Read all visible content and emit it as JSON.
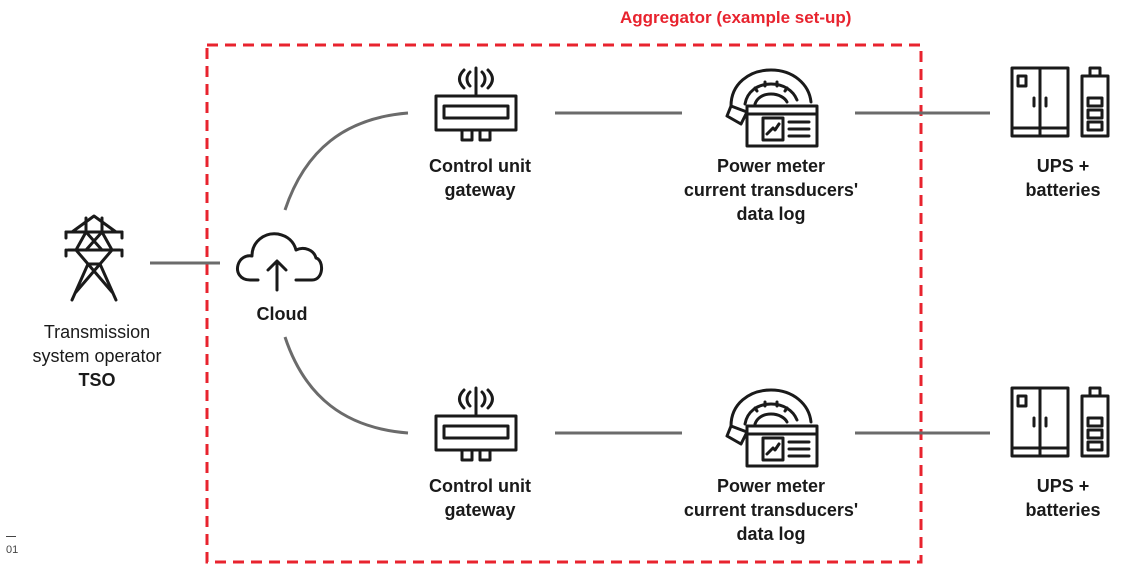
{
  "aggregator": {
    "title": "Aggregator (example set-up)",
    "border_color": "#e8232e"
  },
  "tso": {
    "line1": "Transmission",
    "line2": "system operator",
    "line3": "TSO"
  },
  "cloud": {
    "label": "Cloud"
  },
  "gateway_top": {
    "line1": "Control unit",
    "line2": "gateway"
  },
  "gateway_bottom": {
    "line1": "Control unit",
    "line2": "gateway"
  },
  "meter_top": {
    "line1": "Power meter",
    "line2": "current transducers'",
    "line3": "data log"
  },
  "meter_bottom": {
    "line1": "Power meter",
    "line2": "current transducers'",
    "line3": "data log"
  },
  "ups_top": {
    "line1": "UPS +",
    "line2": "batteries"
  },
  "ups_bottom": {
    "line1": "UPS +",
    "line2": "batteries"
  },
  "figure": {
    "number": "01"
  },
  "colors": {
    "line": "#6b6b6b",
    "icon": "#1a1a1a",
    "accent": "#e8232e"
  },
  "icons": {
    "tso": "transmission-tower-icon",
    "cloud": "cloud-upload-icon",
    "gateway": "gateway-router-icon",
    "meter": "power-meter-icon",
    "ups": "ups-battery-icon"
  }
}
